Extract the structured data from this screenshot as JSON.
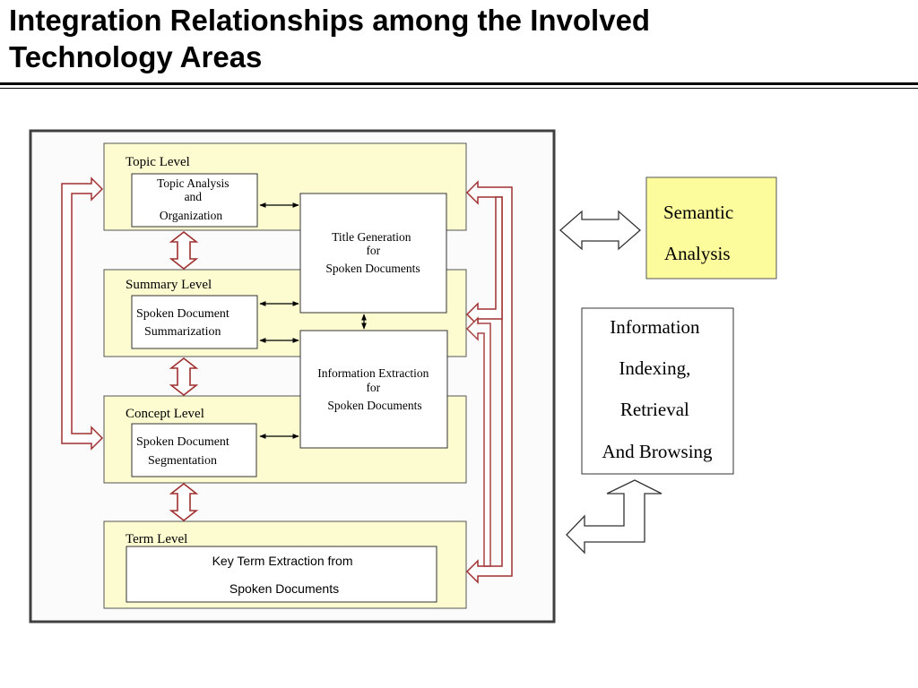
{
  "slide": {
    "title_line1": "Integration Relationships among the Involved",
    "title_line2": "Technology Areas"
  },
  "levels": {
    "topic": "Topic Level",
    "summary": "Summary Level",
    "concept": "Concept Level",
    "term": "Term Level"
  },
  "boxes": {
    "topic_analysis": [
      "Topic Analysis",
      "and",
      "Organization"
    ],
    "summarization": [
      "Spoken Document",
      "Summarization"
    ],
    "segmentation": [
      "Spoken Document",
      "Segmentation"
    ],
    "title_generation": [
      "Title Generation",
      "for",
      "Spoken Documents"
    ],
    "info_extraction": [
      "Information Extraction",
      "for",
      "Spoken Documents"
    ],
    "key_term": [
      "Key Term Extraction from",
      "Spoken Documents"
    ]
  },
  "side": {
    "semantic": [
      "Semantic",
      "Analysis"
    ],
    "retrieval": [
      "Information",
      "Indexing,",
      "Retrieval",
      "And Browsing"
    ]
  },
  "colors": {
    "level_fill": "#fdfbd0",
    "semantic_fill": "#fdfc9c",
    "arrow_red": "#a03030",
    "frame_bg": "#fbfbfb"
  }
}
